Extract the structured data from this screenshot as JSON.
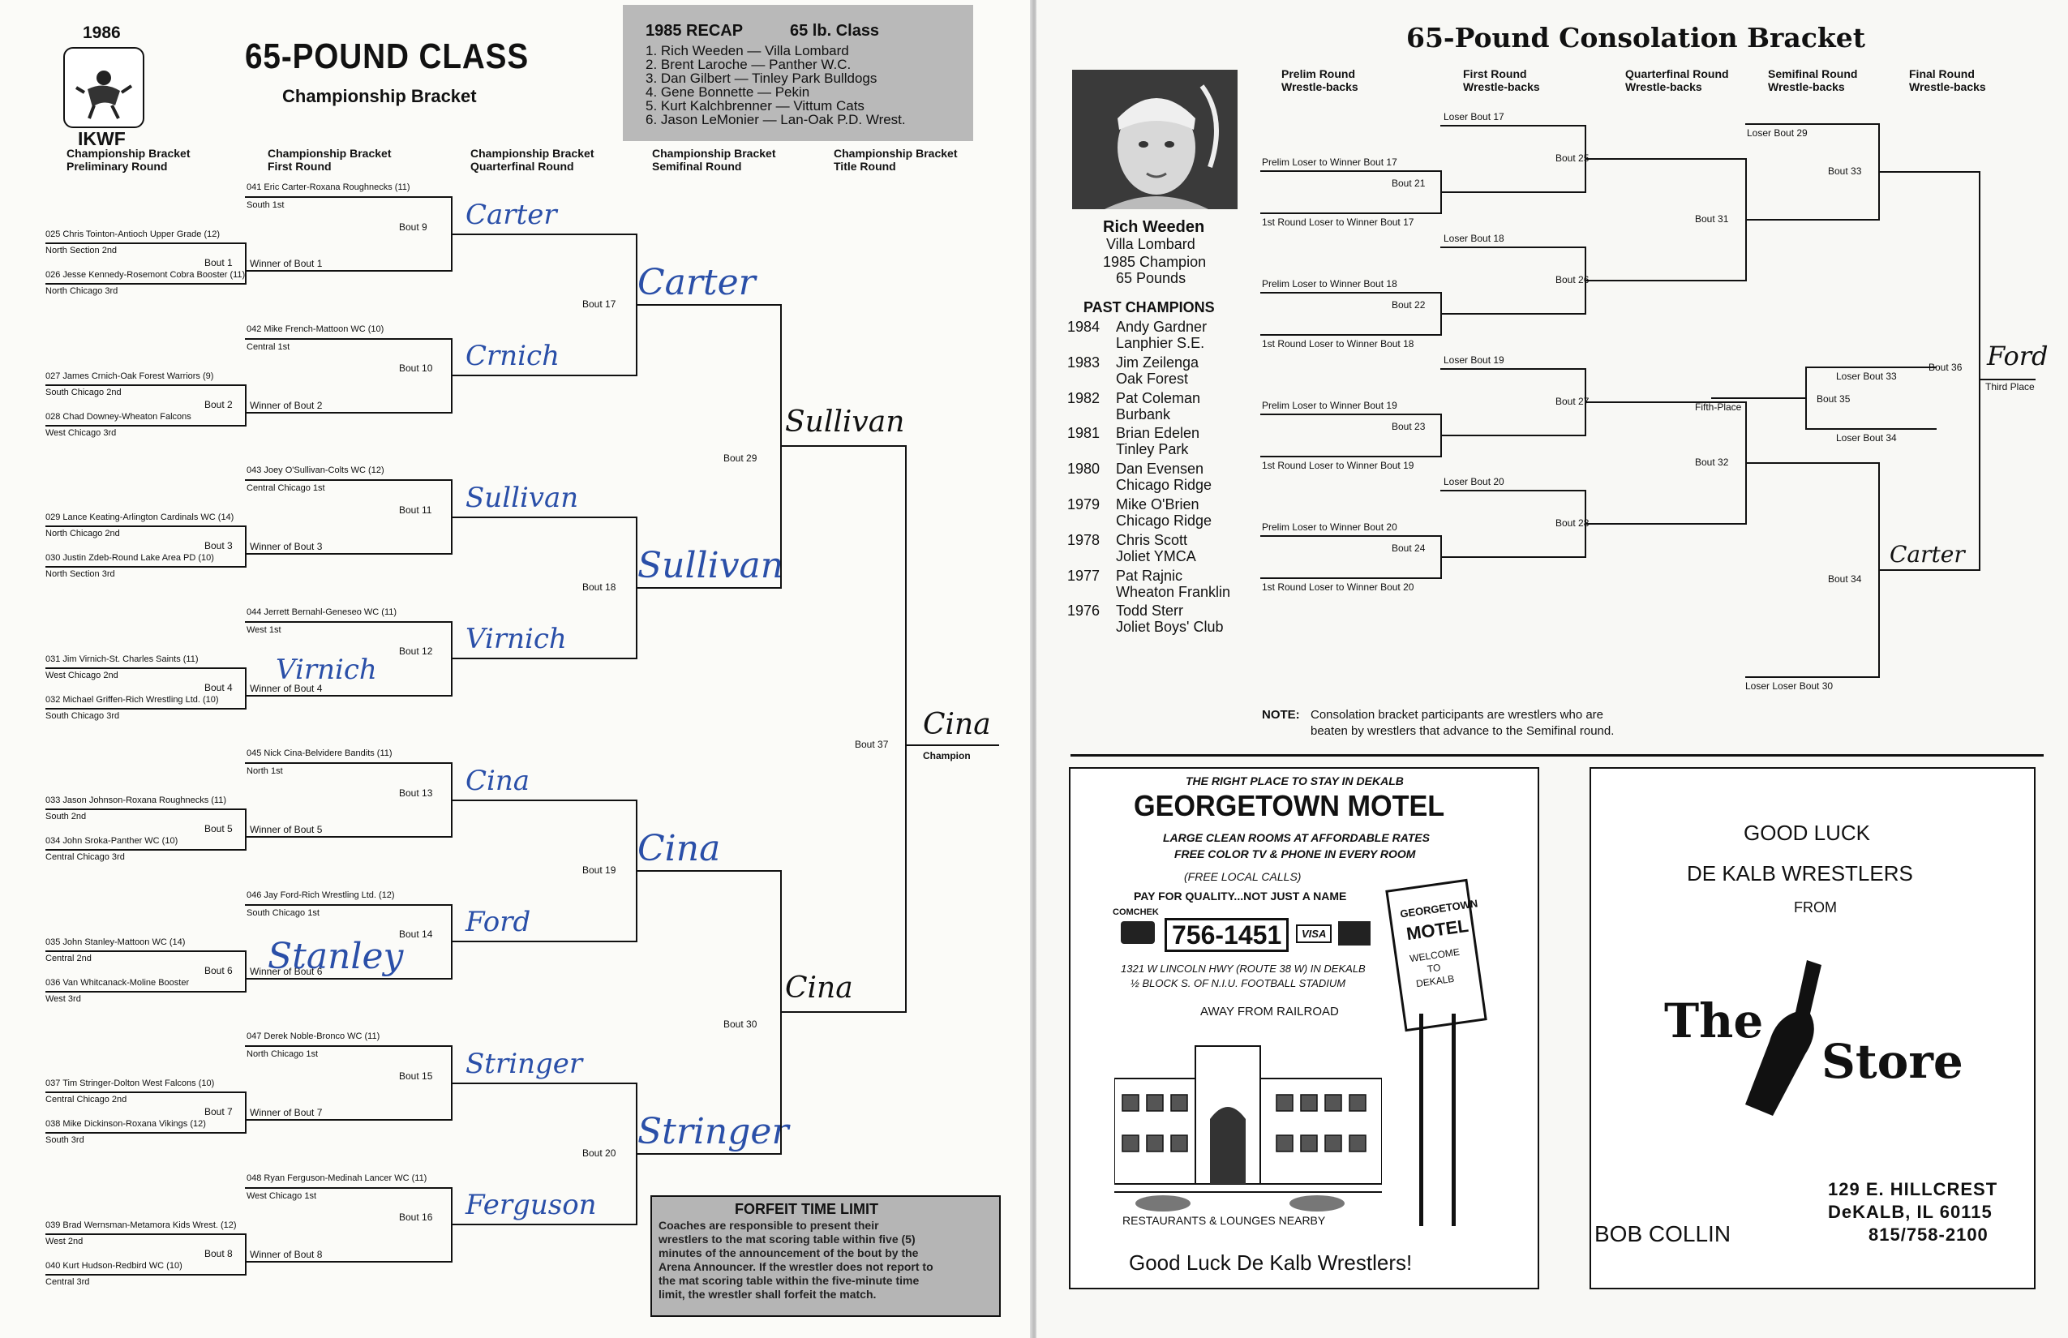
{
  "left": {
    "year": "1986",
    "org": "IKWF",
    "title": "65-POUND CLASS",
    "subtitle": "Championship Bracket",
    "recap": {
      "heading": "1985 RECAP",
      "class": "65 lb. Class",
      "items": [
        "1. Rich Weeden — Villa Lombard",
        "2. Brent Laroche — Panther W.C.",
        "3. Dan Gilbert — Tinley Park Bulldogs",
        "4. Gene Bonnette — Pekin",
        "5. Kurt Kalchbrenner — Vittum Cats",
        "6. Jason LeMonier — Lan-Oak P.D. Wrest."
      ]
    },
    "round_headers": [
      [
        "Championship Bracket",
        "Preliminary Round"
      ],
      [
        "Championship Bracket",
        "First Round"
      ],
      [
        "Championship Bracket",
        "Quarterfinal Round"
      ],
      [
        "Championship Bracket",
        "Semifinal Round"
      ],
      [
        "Championship Bracket",
        "Title Round"
      ]
    ],
    "groups": [
      {
        "fr": "041 Eric Carter-Roxana Roughnecks (11)",
        "fr_sub": "South 1st",
        "p1": "025 Chris Tointon-Antioch Upper Grade (12)",
        "p1_sub": "North Section 2nd",
        "p2": "026 Jesse Kennedy-Rosemont Cobra Booster (11)",
        "p2_sub": "North Chicago 3rd",
        "pbout": "Bout 1",
        "winner": "Winner of Bout 1",
        "frbout": "Bout 9",
        "hand_fr": "Carter"
      },
      {
        "fr": "042 Mike French-Mattoon WC (10)",
        "fr_sub": "Central 1st",
        "p1": "027 James Crnich-Oak Forest Warriors (9)",
        "p1_sub": "South Chicago 2nd",
        "p2": "028 Chad Downey-Wheaton Falcons",
        "p2_sub": "West Chicago 3rd",
        "pbout": "Bout 2",
        "winner": "Winner of Bout 2",
        "frbout": "Bout 10",
        "hand_fr": "Crnich"
      },
      {
        "fr": "043 Joey O'Sullivan-Colts WC (12)",
        "fr_sub": "Central Chicago 1st",
        "p1": "029 Lance Keating-Arlington Cardinals WC (14)",
        "p1_sub": "North Chicago 2nd",
        "p2": "030 Justin Zdeb-Round Lake Area PD (10)",
        "p2_sub": "North Section 3rd",
        "pbout": "Bout 3",
        "winner": "Winner of Bout 3",
        "frbout": "Bout 11",
        "hand_fr": "Sullivan"
      },
      {
        "fr": "044 Jerrett Bernahl-Geneseo WC (11)",
        "fr_sub": "West 1st",
        "p1": "031 Jim Virnich-St. Charles Saints (11)",
        "p1_sub": "West Chicago 2nd",
        "p2": "032 Michael Griffen-Rich Wrestling Ltd. (10)",
        "p2_sub": "South Chicago 3rd",
        "pbout": "Bout 4",
        "winner": "Winner of Bout 4",
        "frbout": "Bout 12",
        "hand_fr": "Virnich",
        "hand_p": "Virnich"
      },
      {
        "fr": "045 Nick Cina-Belvidere Bandits (11)",
        "fr_sub": "North 1st",
        "p1": "033 Jason Johnson-Roxana Roughnecks (11)",
        "p1_sub": "South 2nd",
        "p2": "034 John Sroka-Panther WC (10)",
        "p2_sub": "Central Chicago 3rd",
        "pbout": "Bout 5",
        "winner": "Winner of Bout 5",
        "frbout": "Bout 13",
        "hand_fr": "Cina"
      },
      {
        "fr": "046 Jay Ford-Rich Wrestling Ltd. (12)",
        "fr_sub": "South Chicago 1st",
        "p1": "035 John Stanley-Mattoon WC (14)",
        "p1_sub": "Central 2nd",
        "p2": "036 Van Whitcanack-Moline Booster",
        "p2_sub": "West 3rd",
        "pbout": "Bout 6",
        "winner": "Winner of Bout 6",
        "frbout": "Bout 14",
        "hand_fr": "Ford",
        "hand_p": "Stanley"
      },
      {
        "fr": "047 Derek Noble-Bronco WC (11)",
        "fr_sub": "North Chicago 1st",
        "p1": "037 Tim Stringer-Dolton West Falcons (10)",
        "p1_sub": "Central Chicago 2nd",
        "p2": "038 Mike Dickinson-Roxana Vikings (12)",
        "p2_sub": "South 3rd",
        "pbout": "Bout 7",
        "winner": "Winner of Bout 7",
        "frbout": "Bout 15",
        "hand_fr": "Stringer"
      },
      {
        "fr": "048 Ryan Ferguson-Medinah Lancer WC (11)",
        "fr_sub": "West Chicago 1st",
        "p1": "039 Brad Wernsman-Metamora Kids Wrest. (12)",
        "p1_sub": "West 2nd",
        "p2": "040 Kurt Hudson-Redbird WC (10)",
        "p2_sub": "Central 3rd",
        "pbout": "Bout 8",
        "winner": "Winner of Bout 8",
        "frbout": "Bout 16",
        "hand_fr": "Ferguson"
      }
    ],
    "qf": [
      {
        "bout": "Bout 17",
        "hand": "Carter"
      },
      {
        "bout": "Bout 18",
        "hand": "Sullivan"
      },
      {
        "bout": "Bout 19",
        "hand": "Cina"
      },
      {
        "bout": "Bout 20",
        "hand": "Stringer"
      }
    ],
    "sf": [
      {
        "bout": "Bout 29",
        "hand": "Sullivan"
      },
      {
        "bout": "Bout 30",
        "hand": "Cina"
      }
    ],
    "final": {
      "bout": "Bout 37",
      "hand": "Cina",
      "label": "Champion"
    },
    "forfeit": {
      "title": "FORFEIT TIME LIMIT",
      "lines": [
        "Coaches are responsible to present their",
        "wrestlers to the mat scoring table within five (5)",
        "minutes of the announcement of the bout by the",
        "Arena Announcer. If the wrestler does not report to",
        "the mat scoring table within the five-minute time",
        "limit, the wrestler shall forfeit the match."
      ]
    }
  },
  "right": {
    "title": "65-Pound Consolation Bracket",
    "round_headers": [
      [
        "Prelim Round",
        "Wrestle-backs"
      ],
      [
        "First Round",
        "Wrestle-backs"
      ],
      [
        "Quarterfinal Round",
        "Wrestle-backs"
      ],
      [
        "Semifinal Round",
        "Wrestle-backs"
      ],
      [
        "Final Round",
        "Wrestle-backs"
      ]
    ],
    "champion": {
      "name": "Rich Weeden",
      "club": "Villa Lombard",
      "line1": "1985 Champion",
      "line2": "65 Pounds"
    },
    "past_title": "PAST CHAMPIONS",
    "past": [
      {
        "year": "1984",
        "name": "Andy Gardner",
        "club": "Lanphier S.E."
      },
      {
        "year": "1983",
        "name": "Jim Zeilenga",
        "club": "Oak Forest"
      },
      {
        "year": "1982",
        "name": "Pat Coleman",
        "club": "Burbank"
      },
      {
        "year": "1981",
        "name": "Brian Edelen",
        "club": "Tinley Park"
      },
      {
        "year": "1980",
        "name": "Dan Evensen",
        "club": "Chicago Ridge"
      },
      {
        "year": "1979",
        "name": "Mike O'Brien",
        "club": "Chicago Ridge"
      },
      {
        "year": "1978",
        "name": "Chris Scott",
        "club": "Joliet YMCA"
      },
      {
        "year": "1977",
        "name": "Pat Rajnic",
        "club": "Wheaton Franklin"
      },
      {
        "year": "1976",
        "name": "Todd Sterr",
        "club": "Joliet Boys' Club"
      }
    ],
    "cons_groups": [
      {
        "prelim": "Prelim Loser to Winner Bout 17",
        "bout_a": "Bout 21",
        "first": "1st Round Loser to Winner Bout 17",
        "loser": "Loser Bout 17",
        "bout_b": "Bout 25"
      },
      {
        "prelim": "Prelim Loser to Winner Bout 18",
        "bout_a": "Bout 22",
        "first": "1st Round Loser to Winner Bout 18",
        "loser": "Loser Bout 18",
        "bout_b": "Bout 26"
      },
      {
        "prelim": "Prelim Loser to Winner Bout 19",
        "bout_a": "Bout 23",
        "first": "1st Round Loser to Winner Bout 19",
        "loser": "Loser Bout 19",
        "bout_b": "Bout 27"
      },
      {
        "prelim": "Prelim Loser to Winner Bout 20",
        "bout_a": "Bout 24",
        "first": "1st Round Loser to Winner Bout 20",
        "loser": "Loser Bout 20",
        "bout_b": "Bout 28"
      }
    ],
    "bout31": "Bout 31",
    "bout32": "Bout 32",
    "loser29": "Loser Bout 29",
    "bout33": "Bout 33",
    "loser30": "Loser Loser Bout 30",
    "bout34": "Bout 34",
    "loser33": "Loser Bout 33",
    "bout35": "Bout 35",
    "loser34": "Loser Bout 34",
    "fifth": "Fifth-Place",
    "bout36": "Bout 36",
    "third": "Third Place",
    "hand_third": "Ford",
    "hand_b34": "Carter",
    "note_label": "NOTE:",
    "note_lines": [
      "Consolation bracket participants are wrestlers who are",
      "beaten by wrestlers that advance to the Semifinal round."
    ],
    "motel": {
      "tag": "THE RIGHT PLACE TO STAY IN DEKALB",
      "name": "GEORGETOWN MOTEL",
      "l1": "LARGE CLEAN ROOMS AT AFFORDABLE RATES",
      "l2": "FREE COLOR TV & PHONE IN EVERY ROOM",
      "l3": "(FREE LOCAL CALLS)",
      "l4": "PAY FOR QUALITY...NOT JUST A NAME",
      "comchek": "COMCHEK",
      "phone": "756-1451",
      "visa": "VISA",
      "addr1": "1321 W LINCOLN HWY (ROUTE 38 W) IN DEKALB",
      "addr2": "½ BLOCK S. OF N.I.U. FOOTBALL STADIUM",
      "away": "AWAY FROM RAILROAD",
      "sign1": "GEORGETOWN",
      "sign2": "MOTEL",
      "sign3": "WELCOME",
      "sign4": "TO",
      "sign5": "DEKALB",
      "rest": "RESTAURANTS & LOUNGES NEARBY",
      "luck": "Good Luck De Kalb Wrestlers!"
    },
    "store": {
      "l1": "GOOD LUCK",
      "l2": "DE KALB WRESTLERS",
      "l3": "FROM",
      "the": "The",
      "store": "Store",
      "owner": "BOB COLLIN",
      "addr1": "129 E. HILLCREST",
      "addr2": "DeKALB, IL 60115",
      "phone": "815/758-2100"
    }
  }
}
